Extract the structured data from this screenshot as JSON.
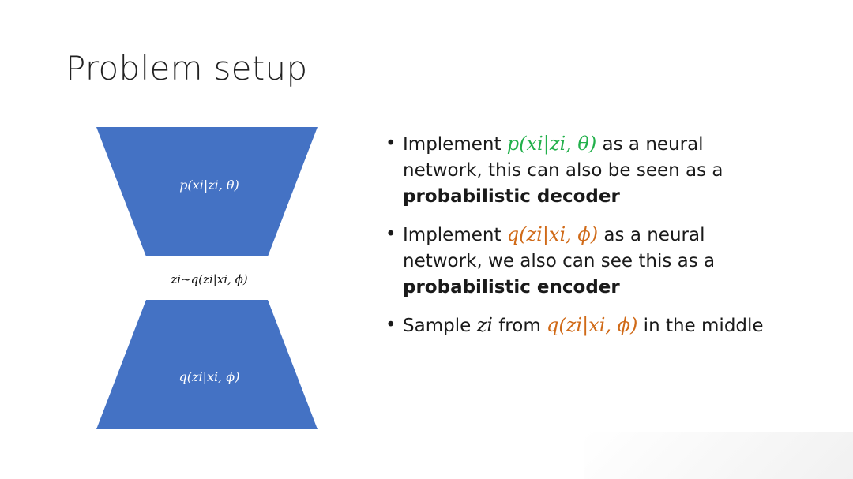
{
  "slide": {
    "title": "Problem setup",
    "diagram": {
      "decoder_label": "p(xi|zi, θ)",
      "encoder_label": "q(zi|xi, ϕ)",
      "latent_label": "zi~q(zi|xi, ϕ)",
      "shape_color": "#4472c4"
    },
    "bullets": [
      {
        "pre": "Implement ",
        "math": "p(xi|zi, θ)",
        "math_color": "#22b04b",
        "post": " as a neural network, this can also be seen as a ",
        "emph": "probabilistic decoder"
      },
      {
        "pre": "Implement ",
        "math": "q(zi|xi, ϕ)",
        "math_color": "#d06a18",
        "post": " as a neural network, we also can see this as a ",
        "emph": "probabilistic encoder"
      },
      {
        "pre": "Sample ",
        "math1": "zi",
        "mid": " from ",
        "math2": "q(zi|xi, ϕ)",
        "math_color": "#d06a18",
        "post": " in the middle"
      }
    ]
  }
}
